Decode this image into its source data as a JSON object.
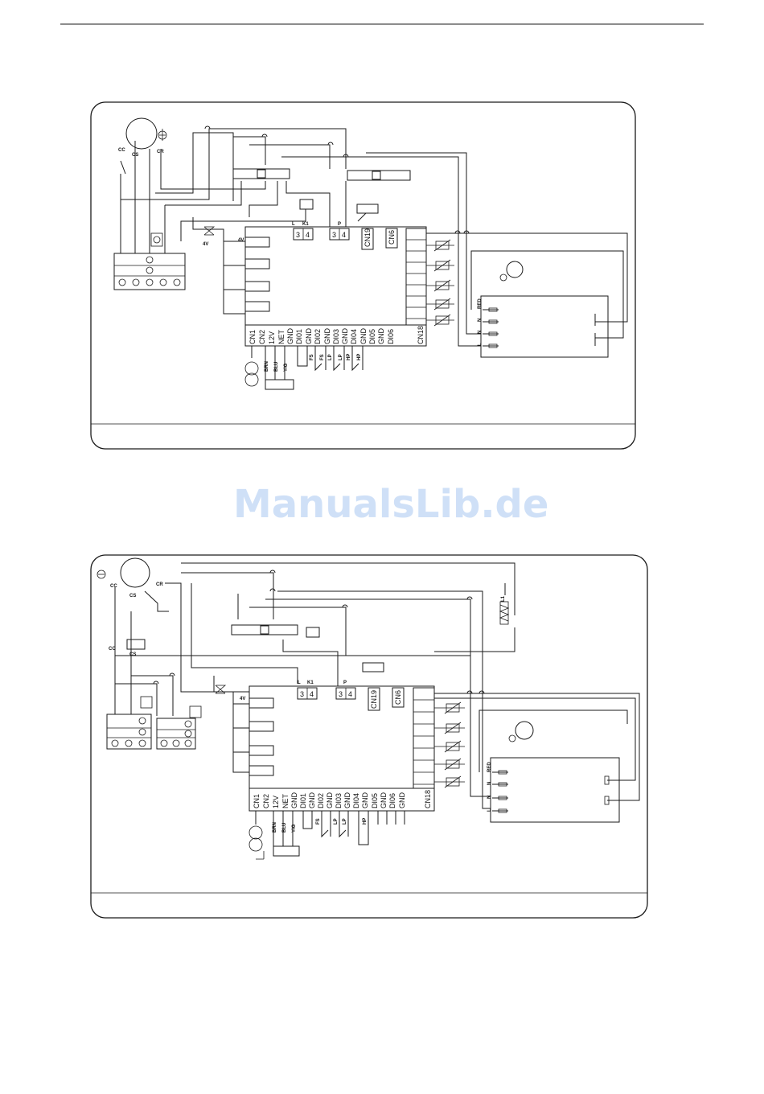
{
  "watermark": "ManualsLib.de",
  "colors": {
    "line": "#1a1a1a",
    "watermark": "#cfe0f7"
  },
  "diagram1": {
    "bottom_pins": [
      "CN1",
      "CN2",
      "12V",
      "NET",
      "GND",
      "DI01",
      "GND",
      "DI02",
      "GND",
      "DI03",
      "GND",
      "DI04",
      "GND",
      "DI05",
      "GND",
      "DI06",
      "CN18"
    ],
    "top_connectors": {
      "k1_a": "3",
      "k1_b": "4",
      "p_a": "3",
      "p_b": "4",
      "cn19": "CN19",
      "cn6": "CN6"
    },
    "wire_colors": [
      "BRN",
      "BLU",
      "Y/G"
    ],
    "switches": [
      "FS",
      "FS",
      "LP",
      "LP",
      "HP",
      "HP"
    ],
    "relay_labels": {
      "k1": "K1",
      "l": "L",
      "p": "P",
      "n": "N",
      "fourv": "4V"
    },
    "compressor_labels": [
      "CC",
      "CS",
      "CR"
    ],
    "fan_labels": [
      "RED",
      "N",
      "N",
      "L"
    ]
  },
  "diagram2": {
    "bottom_pins": [
      "CN1",
      "CN2",
      "12V",
      "NET",
      "GND",
      "DI01",
      "GND",
      "DI02",
      "GND",
      "DI03",
      "GND",
      "DI04",
      "GND",
      "DI05",
      "GND",
      "DI06",
      "GND",
      "CN18"
    ],
    "top_connectors": {
      "k1_a": "3",
      "k1_b": "4",
      "p_a": "3",
      "p_b": "4",
      "cn19": "CN19",
      "cn6": "CN6"
    },
    "wire_colors": [
      "BRN",
      "BLU",
      "Y/G"
    ],
    "switches": [
      "FS",
      "LP",
      "LP",
      "HP"
    ],
    "relay_labels": {
      "k1": "K1",
      "l": "L",
      "p": "P",
      "n": "N",
      "fourv": "4V",
      "l1": "L1"
    },
    "compressor_labels": [
      "CC",
      "CS",
      "CR",
      "CS",
      "CC"
    ],
    "fan_labels": [
      "RED",
      "N",
      "N",
      "L"
    ]
  }
}
